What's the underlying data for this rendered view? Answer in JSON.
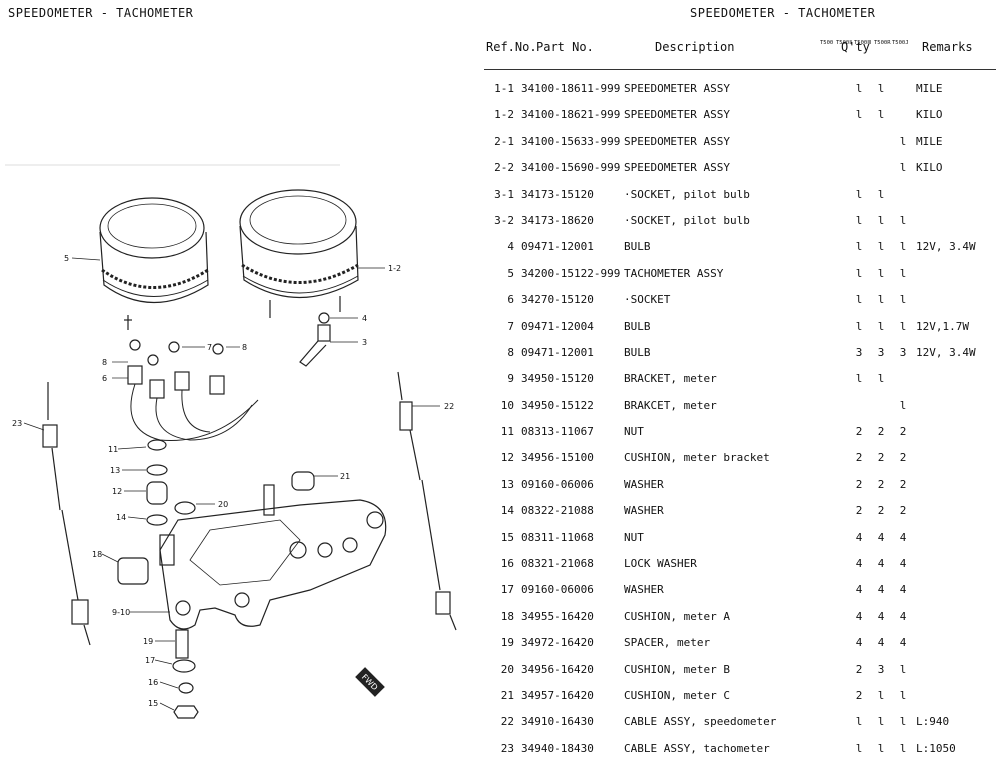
{
  "page": {
    "title_left": "SPEEDOMETER - TACHOMETER",
    "title_right": "SPEEDOMETER - TACHOMETER"
  },
  "table": {
    "headers": {
      "ref": "Ref.No.",
      "part": "Part  No.",
      "description": "Description",
      "qty": "Q'ty",
      "remarks": "Remarks",
      "qty_models": [
        "T500",
        "T500Ⅱ",
        "T500Ⅲ",
        "T500R",
        "T500J"
      ]
    },
    "rows": [
      {
        "ref": "1-1",
        "part": "34100-18611-999",
        "desc": "SPEEDOMETER ASSY",
        "q1": "l",
        "q2": "l",
        "q3": "",
        "remarks": "MILE"
      },
      {
        "ref": "1-2",
        "part": "34100-18621-999",
        "desc": "SPEEDOMETER ASSY",
        "q1": "l",
        "q2": "l",
        "q3": "",
        "remarks": "KILO"
      },
      {
        "ref": "2-1",
        "part": "34100-15633-999",
        "desc": "SPEEDOMETER ASSY",
        "q1": "",
        "q2": "",
        "q3": "l",
        "remarks": "MILE"
      },
      {
        "ref": "2-2",
        "part": "34100-15690-999",
        "desc": "SPEEDOMETER ASSY",
        "q1": "",
        "q2": "",
        "q3": "l",
        "remarks": "KILO"
      },
      {
        "ref": "3-1",
        "part": "34173-15120",
        "desc": "·SOCKET, pilot bulb",
        "q1": "l",
        "q2": "l",
        "q3": "",
        "remarks": ""
      },
      {
        "ref": "3-2",
        "part": "34173-18620",
        "desc": "·SOCKET, pilot bulb",
        "q1": "l",
        "q2": "l",
        "q3": "l",
        "remarks": ""
      },
      {
        "ref": "4",
        "part": "09471-12001",
        "desc": "BULB",
        "q1": "l",
        "q2": "l",
        "q3": "l",
        "remarks": "12V, 3.4W"
      },
      {
        "ref": "5",
        "part": "34200-15122-999",
        "desc": "TACHOMETER ASSY",
        "q1": "l",
        "q2": "l",
        "q3": "l",
        "remarks": ""
      },
      {
        "ref": "6",
        "part": "34270-15120",
        "desc": "·SOCKET",
        "q1": "l",
        "q2": "l",
        "q3": "l",
        "remarks": ""
      },
      {
        "ref": "7",
        "part": "09471-12004",
        "desc": "BULB",
        "q1": "l",
        "q2": "l",
        "q3": "l",
        "remarks": "12V,1.7W"
      },
      {
        "ref": "8",
        "part": "09471-12001",
        "desc": "BULB",
        "q1": "3",
        "q2": "3",
        "q3": "3",
        "remarks": "12V, 3.4W"
      },
      {
        "ref": "9",
        "part": "34950-15120",
        "desc": "BRACKET, meter",
        "q1": "l",
        "q2": "l",
        "q3": "",
        "remarks": ""
      },
      {
        "ref": "10",
        "part": "34950-15122",
        "desc": "BRAKCET, meter",
        "q1": "",
        "q2": "",
        "q3": "l",
        "remarks": ""
      },
      {
        "ref": "11",
        "part": "08313-11067",
        "desc": "NUT",
        "q1": "2",
        "q2": "2",
        "q3": "2",
        "remarks": ""
      },
      {
        "ref": "12",
        "part": "34956-15100",
        "desc": "CUSHION, meter bracket",
        "q1": "2",
        "q2": "2",
        "q3": "2",
        "remarks": ""
      },
      {
        "ref": "13",
        "part": "09160-06006",
        "desc": "WASHER",
        "q1": "2",
        "q2": "2",
        "q3": "2",
        "remarks": ""
      },
      {
        "ref": "14",
        "part": "08322-21088",
        "desc": "WASHER",
        "q1": "2",
        "q2": "2",
        "q3": "2",
        "remarks": ""
      },
      {
        "ref": "15",
        "part": "08311-11068",
        "desc": "NUT",
        "q1": "4",
        "q2": "4",
        "q3": "4",
        "remarks": ""
      },
      {
        "ref": "16",
        "part": "08321-21068",
        "desc": "LOCK WASHER",
        "q1": "4",
        "q2": "4",
        "q3": "4",
        "remarks": ""
      },
      {
        "ref": "17",
        "part": "09160-06006",
        "desc": "WASHER",
        "q1": "4",
        "q2": "4",
        "q3": "4",
        "remarks": ""
      },
      {
        "ref": "18",
        "part": "34955-16420",
        "desc": "CUSHION, meter A",
        "q1": "4",
        "q2": "4",
        "q3": "4",
        "remarks": ""
      },
      {
        "ref": "19",
        "part": "34972-16420",
        "desc": "SPACER, meter",
        "q1": "4",
        "q2": "4",
        "q3": "4",
        "remarks": ""
      },
      {
        "ref": "20",
        "part": "34956-16420",
        "desc": "CUSHION, meter B",
        "q1": "2",
        "q2": "3",
        "q3": "l",
        "remarks": ""
      },
      {
        "ref": "21",
        "part": "34957-16420",
        "desc": "CUSHION, meter C",
        "q1": "2",
        "q2": "l",
        "q3": "l",
        "remarks": ""
      },
      {
        "ref": "22",
        "part": "34910-16430",
        "desc": "CABLE ASSY, speedometer",
        "q1": "l",
        "q2": "l",
        "q3": "l",
        "remarks": "L:940"
      },
      {
        "ref": "23",
        "part": "34940-18430",
        "desc": "CABLE ASSY, tachometer",
        "q1": "l",
        "q2": "l",
        "q3": "l",
        "remarks": "L:1050"
      }
    ]
  },
  "diagram": {
    "callouts": [
      "1-2",
      "3",
      "4",
      "5",
      "6",
      "7",
      "8",
      "8",
      "9-10",
      "11",
      "12",
      "13",
      "14",
      "15",
      "16",
      "17",
      "18",
      "19",
      "20",
      "21",
      "22",
      "23"
    ],
    "fwd_label": "FWD"
  }
}
